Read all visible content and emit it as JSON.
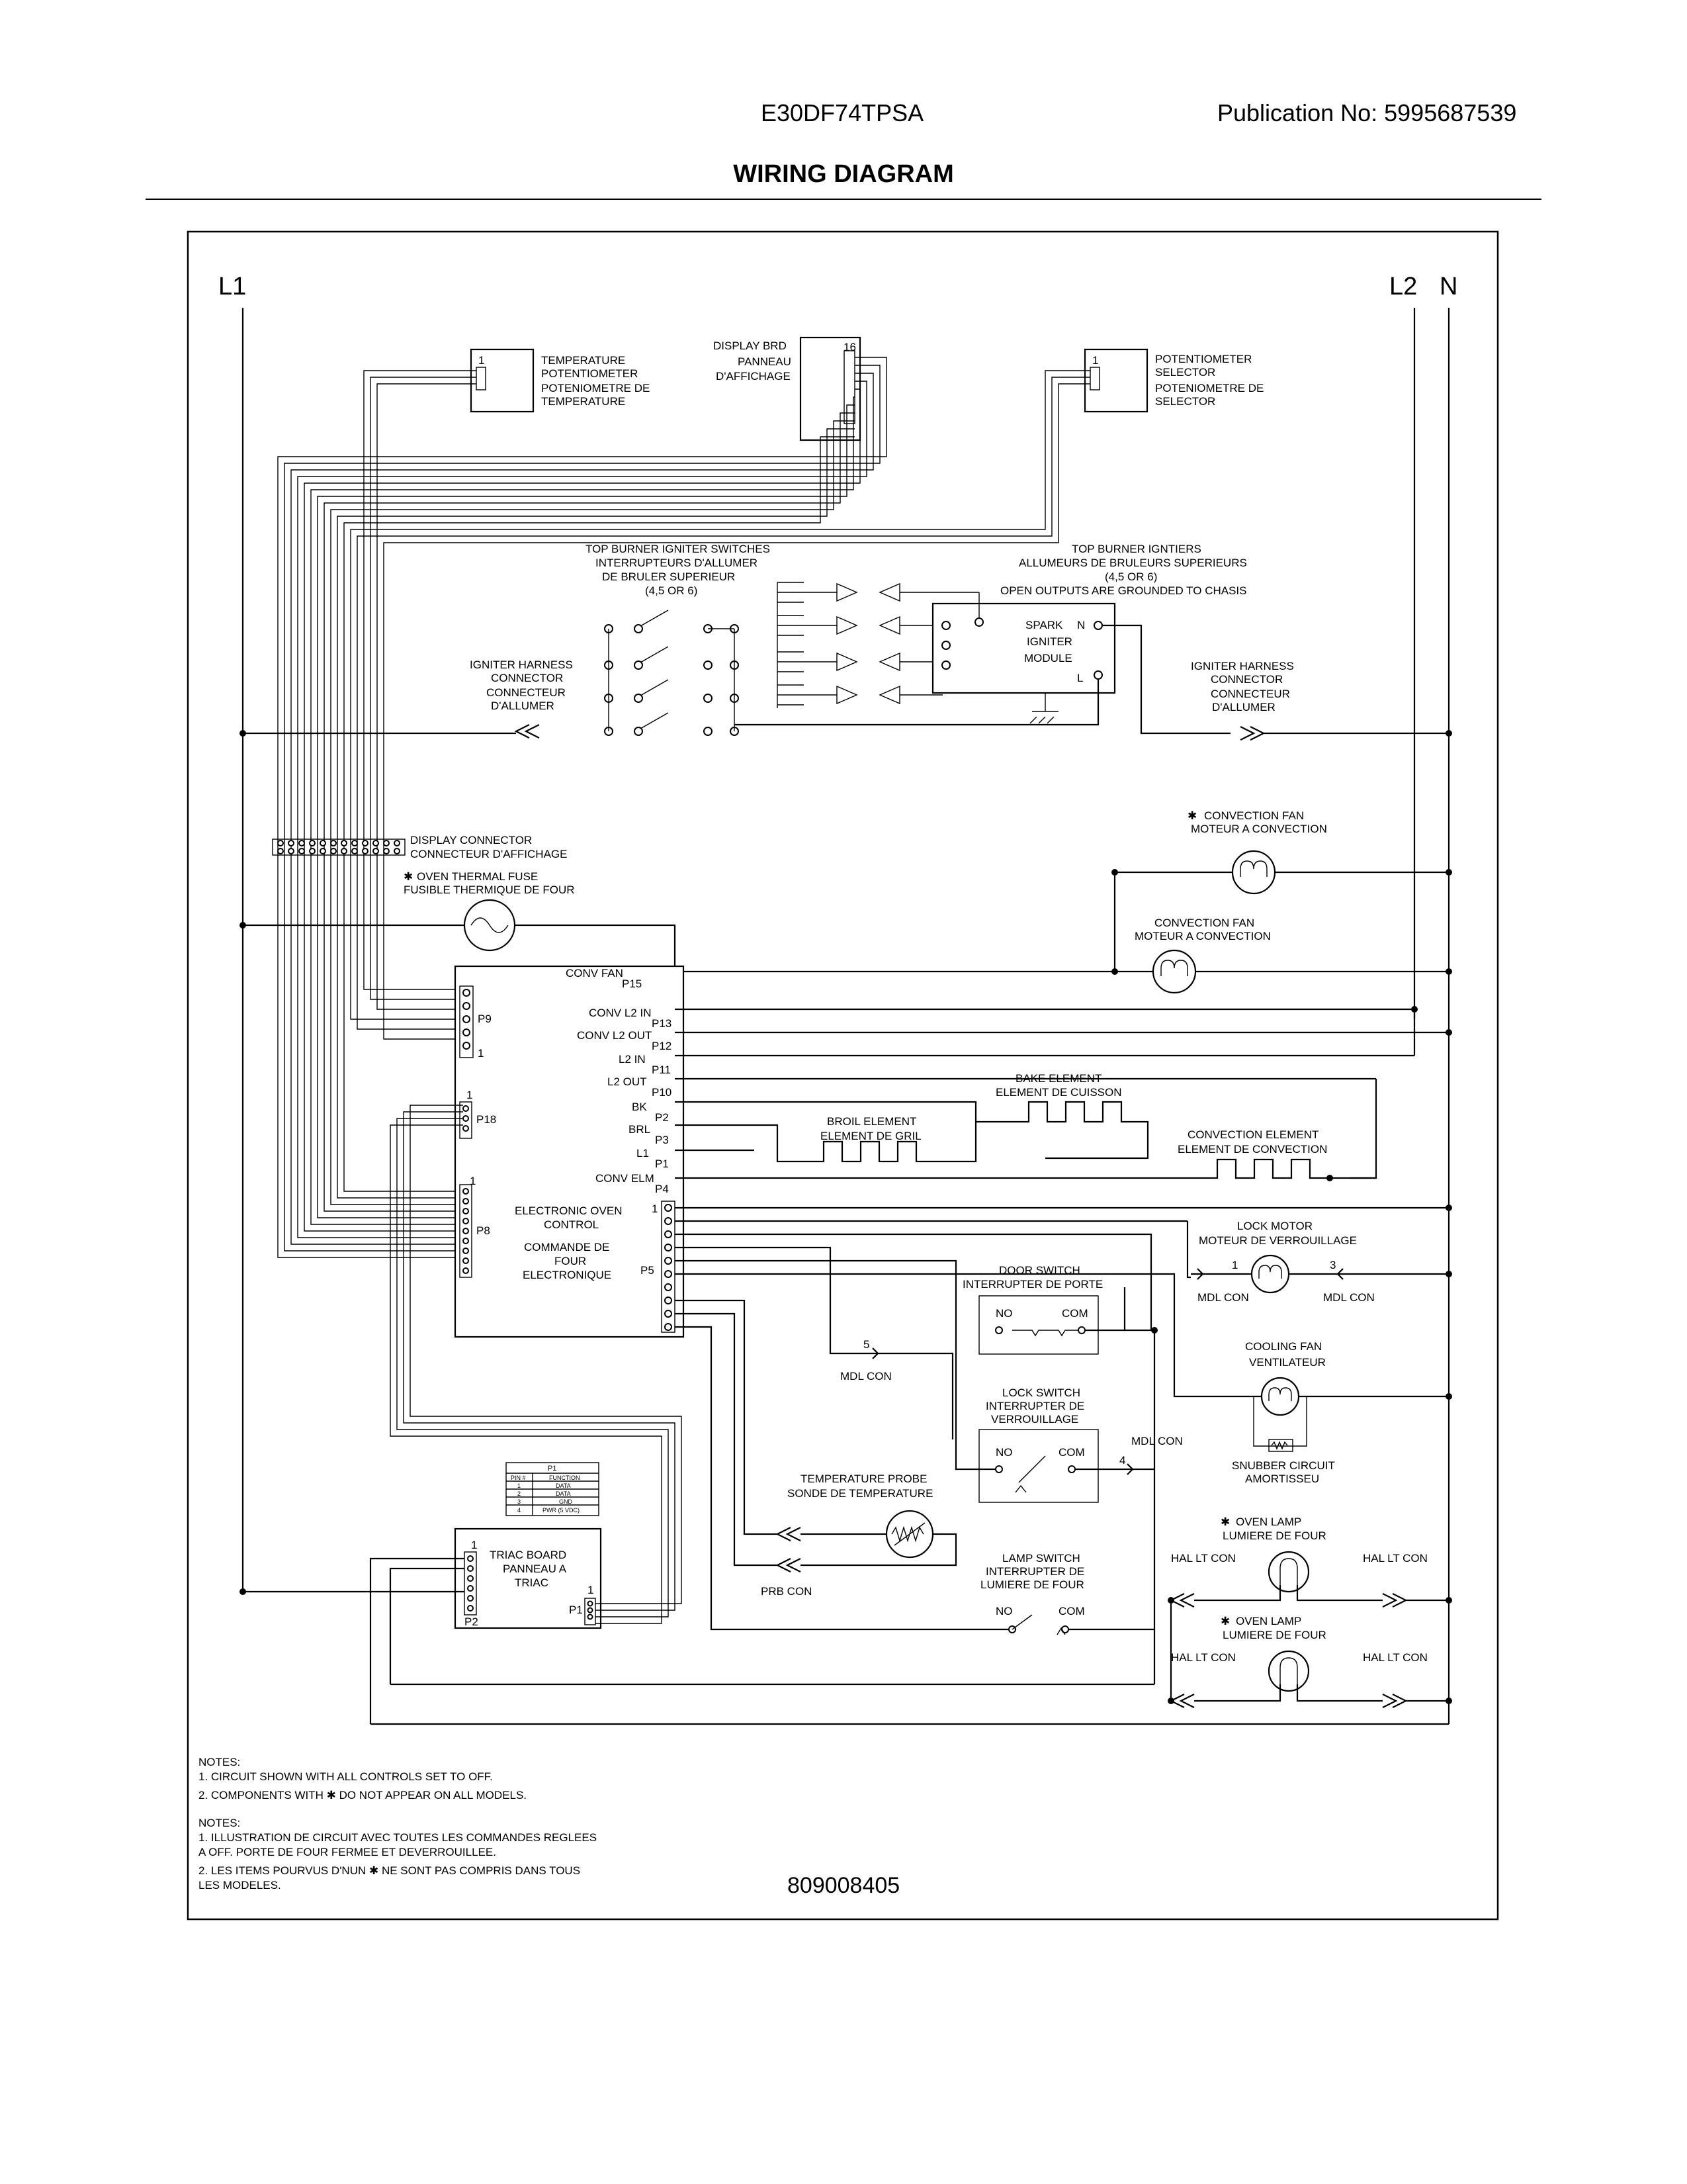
{
  "header": {
    "model": "E30DF74TPSA",
    "publication": "Publication No:  5995687539",
    "title": "WIRING DIAGRAM"
  },
  "rails": {
    "l1": "L1",
    "l2": "L2",
    "n": "N"
  },
  "components": {
    "temp_pot": [
      "TEMPERATURE",
      "POTENTIOMETER",
      "POTENIOMETRE DE",
      "TEMPERATURE"
    ],
    "display_brd": [
      "DISPLAY BRD",
      "PANNEAU",
      "D'AFFICHAGE"
    ],
    "pot_selector": [
      "POTENTIOMETER",
      "SELECTOR",
      "POTENIOMETRE DE",
      "SELECTOR"
    ],
    "igniter_switches": [
      "TOP BURNER IGNITER SWITCHES",
      "INTERRUPTEURS D'ALLUMER",
      "DE BRULER SUPERIEUR",
      "(4,5 OR 6)"
    ],
    "igniters": [
      "TOP BURNER IGNTIERS",
      "ALLUMEURS DE BRULEURS SUPERIEURS",
      "(4,5 OR 6)",
      "OPEN OUTPUTS ARE GROUNDED TO CHASIS"
    ],
    "spark_module": [
      "SPARK",
      "IGNITER",
      "MODULE"
    ],
    "harness_left": [
      "IGNITER HARNESS",
      "CONNECTOR",
      "CONNECTEUR",
      "D'ALLUMER"
    ],
    "harness_right": [
      "IGNITER HARNESS",
      "CONNECTOR",
      "CONNECTEUR",
      "D'ALLUMER"
    ],
    "display_connector": [
      "DISPLAY CONNECTOR",
      "CONNECTEUR D'AFFICHAGE"
    ],
    "thermal_fuse": [
      "OVEN THERMAL FUSE",
      "FUSIBLE THERMIQUE DE FOUR"
    ],
    "conv_fan_opt": [
      "CONVECTION FAN",
      "MOTEUR A CONVECTION"
    ],
    "conv_fan": [
      "CONVECTION FAN",
      "MOTEUR A CONVECTION"
    ],
    "bake": [
      "BAKE ELEMENT",
      "ELEMENT DE CUISSON"
    ],
    "broil": [
      "BROIL ELEMENT",
      "ELEMENT DE GRIL"
    ],
    "conv_elem": [
      "CONVECTION ELEMENT",
      "ELEMENT DE CONVECTION"
    ],
    "eoc": [
      "ELECTRONIC OVEN",
      "CONTROL",
      "COMMANDE DE",
      "FOUR",
      "ELECTRONIQUE"
    ],
    "lock_motor": [
      "LOCK MOTOR",
      "MOTEUR DE VERROUILLAGE"
    ],
    "door_switch": [
      "DOOR SWITCH",
      "INTERRUPTER DE PORTE"
    ],
    "lock_switch": [
      "LOCK SWITCH",
      "INTERRUPTER DE",
      "VERROUILLAGE"
    ],
    "cooling_fan": [
      "COOLING FAN",
      "VENTILATEUR"
    ],
    "snubber": [
      "SNUBBER CIRCUIT",
      "AMORTISSEU"
    ],
    "temp_probe": [
      "TEMPERATURE PROBE",
      "SONDE DE TEMPERATURE"
    ],
    "lamp_switch": [
      "LAMP SWITCH",
      "INTERRUPTER DE",
      "LUMIERE DE FOUR"
    ],
    "oven_lamp": [
      "OVEN LAMP",
      "LUMIERE DE FOUR"
    ],
    "triac": [
      "TRIAC BOARD",
      "PANNEAU A",
      "TRIAC"
    ]
  },
  "connectors": {
    "conv_fan": "CONV FAN",
    "conv_l2_in": "CONV L2 IN",
    "conv_l2_out": "CONV L2 OUT",
    "l2_in": "L2 IN",
    "l2_out": "L2 OUT",
    "bk": "BK",
    "brl": "BRL",
    "l1": "L1",
    "conv_elm": "CONV ELM",
    "p15": "P15",
    "p13": "P13",
    "p12": "P12",
    "p11": "P11",
    "p10": "P10",
    "p2": "P2",
    "p3": "P3",
    "p1": "P1",
    "p4": "P4",
    "p9": "P9",
    "p18": "P18",
    "p8": "P8",
    "p5": "P5",
    "p2b": "P2",
    "p1b": "P1",
    "n_term": "N",
    "l_term": "L",
    "mdl_con": "MDL CON",
    "prb_con": "PRB CON",
    "hal_lt_con": "HAL LT CON",
    "no": "NO",
    "com": "COM",
    "one": "1",
    "three": "3",
    "four": "4",
    "five": "5",
    "sixteen": "16",
    "asterisk": "✱"
  },
  "p1_table": {
    "title": "P1",
    "headers": [
      "PIN #",
      "FUNCTION"
    ],
    "rows": [
      [
        "1",
        "DATA"
      ],
      [
        "2",
        "DATA"
      ],
      [
        "3",
        "GND"
      ],
      [
        "4",
        "PWR (5 VDC)"
      ]
    ]
  },
  "notes": {
    "en_title": "NOTES:",
    "en": [
      "1.   CIRCUIT SHOWN WITH ALL CONTROLS SET TO OFF.",
      "2.   COMPONENTS WITH ✱ DO NOT APPEAR ON ALL MODELS."
    ],
    "fr_title": "NOTES:",
    "fr": [
      "1.   ILLUSTRATION DE CIRCUIT AVEC TOUTES LES COMMANDES REGLEES",
      "      A OFF.   PORTE DE FOUR FERMEE ET DEVERROUILLEE.",
      "2.   LES ITEMS POURVUS D'NUN ✱ NE SONT PAS COMPRIS DANS TOUS",
      "      LES MODELES."
    ]
  },
  "part_number": "809008405"
}
